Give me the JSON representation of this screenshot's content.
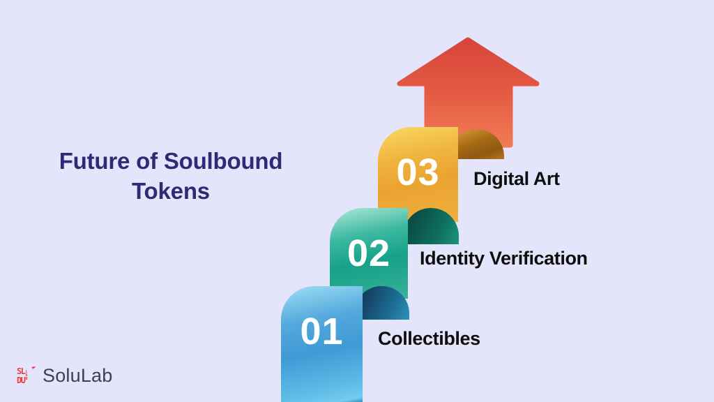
{
  "page": {
    "background": "#e4e5fa"
  },
  "title": {
    "line1": "Future of Soulbound",
    "line2": "Tokens",
    "color": "#2e2b75"
  },
  "steps": [
    {
      "number": "01",
      "label": "Collectibles",
      "ribbon_color": "#3f9ad5",
      "ribbon_highlight": "#9edff6",
      "curl_color": "#143c5c"
    },
    {
      "number": "02",
      "label": "Identity Verification",
      "ribbon_color": "#17a189",
      "ribbon_highlight": "#aee8d8",
      "curl_color": "#0b4d44"
    },
    {
      "number": "03",
      "label": "Digital Art",
      "ribbon_color": "#eaa330",
      "ribbon_highlight": "#f8d964",
      "curl_color": "#8e5911"
    }
  ],
  "arrow": {
    "color_top": "#d6453a",
    "color_bottom": "#f07c55"
  },
  "logo": {
    "brand": "SoluLab",
    "mark_line1": "SL",
    "mark_line2": "DU",
    "mark_side": "LAB",
    "mark_color": "#e8413c",
    "text_color": "#3a4150"
  }
}
